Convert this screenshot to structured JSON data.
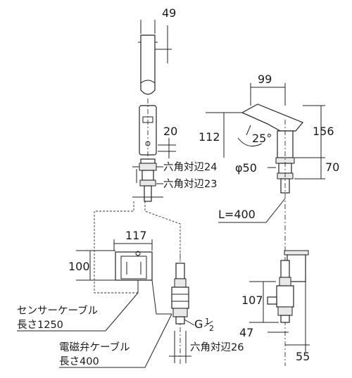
{
  "dims": {
    "spout_width": "49",
    "sensor_offset": "20",
    "hex_nut_top": "六角対辺24",
    "hex_nut_bottom": "六角対辺23",
    "side_width": "99",
    "height_112": "112",
    "angle": "25°",
    "height_156": "156",
    "body_diameter": "φ50",
    "height_70": "70",
    "hose_length": "L=400",
    "box_width": "117",
    "box_height": "100",
    "valve_height": "107",
    "offset_47": "47",
    "offset_55": "55",
    "hex_valve": "六角対辺26",
    "thread_g": "G",
    "thread_num": "1",
    "thread_den": "2"
  },
  "notes": {
    "sensor_cable_1": "センサーケーブル",
    "sensor_cable_2": "長さ1250",
    "valve_cable_1": "電磁弁ケーブル",
    "valve_cable_2": "長さ400"
  }
}
